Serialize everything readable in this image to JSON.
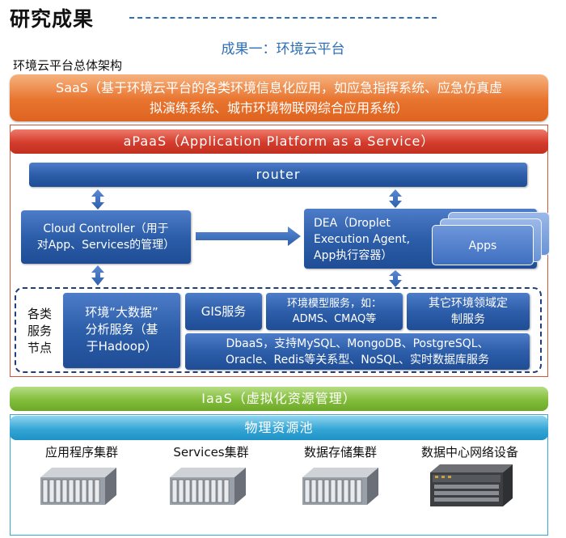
{
  "header": {
    "title": "研究成果",
    "subtitle": "成果一：环境云平台",
    "arch_label": "环境云平台总体架构"
  },
  "saas": {
    "line1": "SaaS（基于环境云平台的各类环境信息化应用，如应急指挥系统、应急仿真虚",
    "line2": "拟演练系统、城市环境物联网综合应用系统）"
  },
  "paas": {
    "header": "aPaaS（Application Platform as a Service）",
    "router": "router",
    "cloud_controller": {
      "line1": "Cloud Controller（用于",
      "line2": "对App、Services的管理）"
    },
    "dea": {
      "line1": "DEA（Droplet",
      "line2": "Execution Agent,",
      "line3": "App执行容器）",
      "apps": "Apps"
    },
    "services": {
      "node_label": [
        "各类",
        "服务",
        "节点"
      ],
      "bigdata": [
        "环境“大数据”",
        "分析服务（基",
        "于Hadoop）"
      ],
      "gis": "GIS服务",
      "model": [
        "环境模型服务，如：",
        "ADMS、CMAQ等"
      ],
      "other": [
        "其它环境领域定",
        "制服务"
      ],
      "dbaas": [
        "DbaaS，支持MySQL、MongoDB、PostgreSQL、",
        "Oracle、Redis等关系型、NoSQL、实时数据库服务"
      ]
    }
  },
  "iaas": {
    "label": "IaaS（虚拟化资源管理）"
  },
  "physical": {
    "header": "物理资源池",
    "clusters": [
      "应用程序集群",
      "Services集群",
      "数据存储集群",
      "数据中心网络设备"
    ]
  },
  "colors": {
    "saas": "#e8742e",
    "paas": "#d43c2c",
    "blue_box": "#2d5ea9",
    "iaas": "#82bd3a",
    "physical": "#35a6d6",
    "title_line": "#2f6fb6"
  },
  "icons": [
    "up-down-arrow-icon",
    "right-arrow-icon",
    "server-rack-icon",
    "network-device-icon"
  ]
}
